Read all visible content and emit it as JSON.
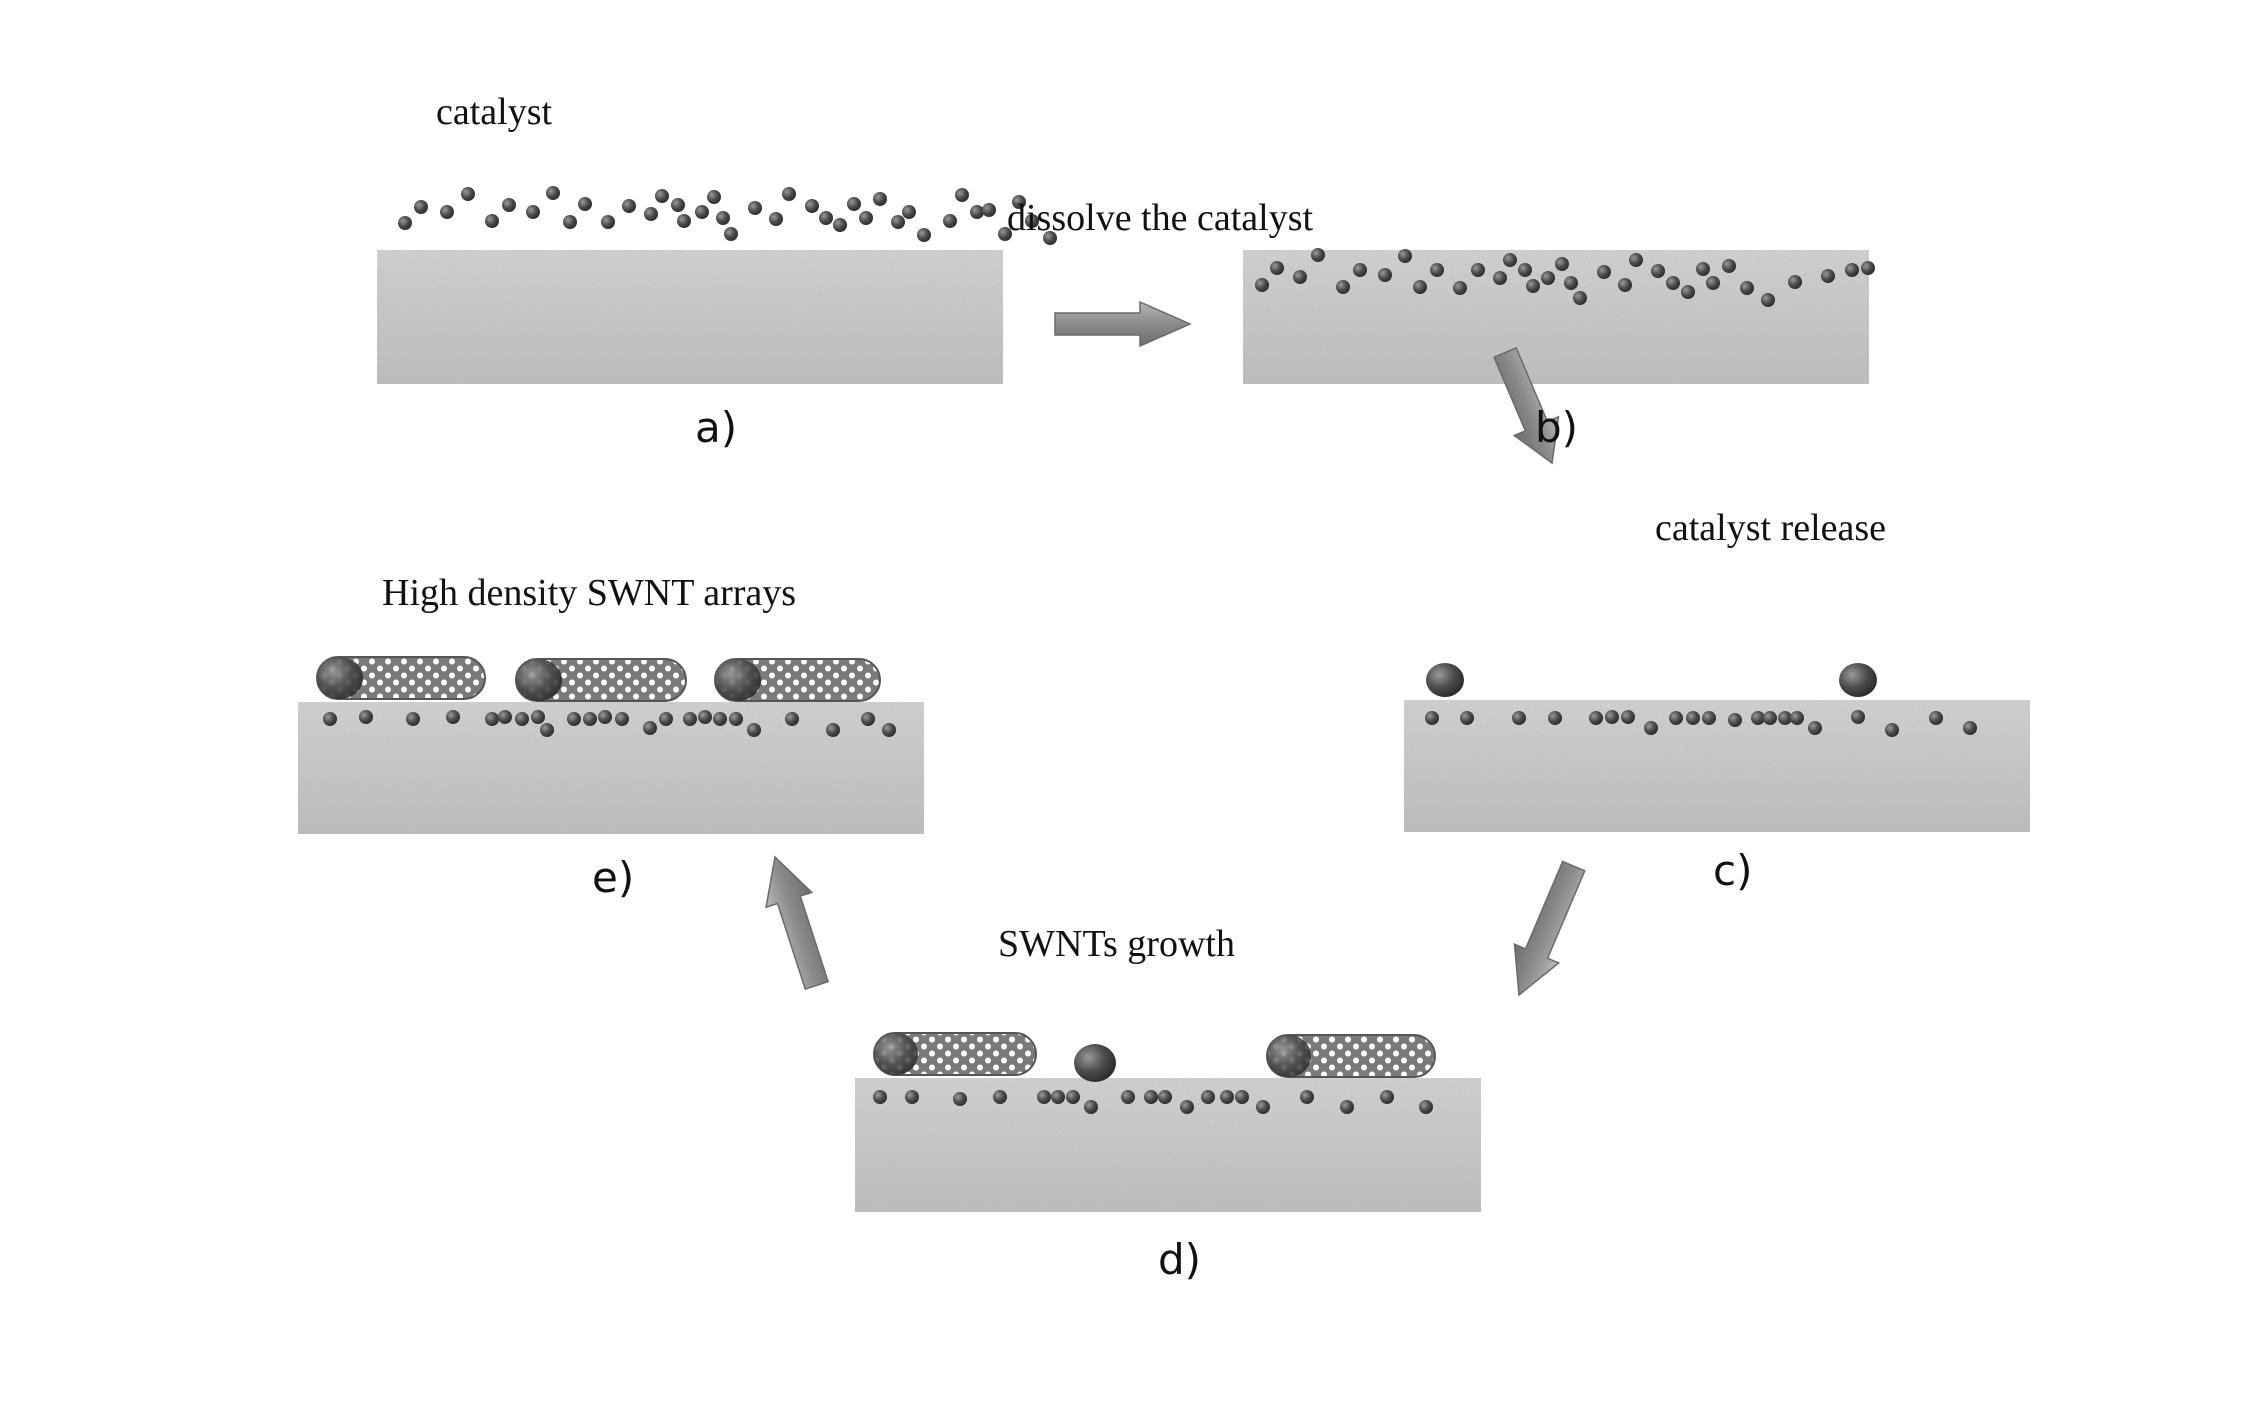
{
  "labels": {
    "catalyst": "catalyst",
    "dissolve": "dissolve the catalyst",
    "release": "catalyst release",
    "growth": "SWNTs growth",
    "arrays": "High density SWNT arrays"
  },
  "panels": {
    "a": "a)",
    "b": "b)",
    "c": "c)",
    "d": "d)",
    "e": "e)"
  },
  "colors": {
    "substrate": "#c4c4c4",
    "particle": "#4a4a4a",
    "arrow": "#8f8f8f",
    "text": "#111111"
  }
}
